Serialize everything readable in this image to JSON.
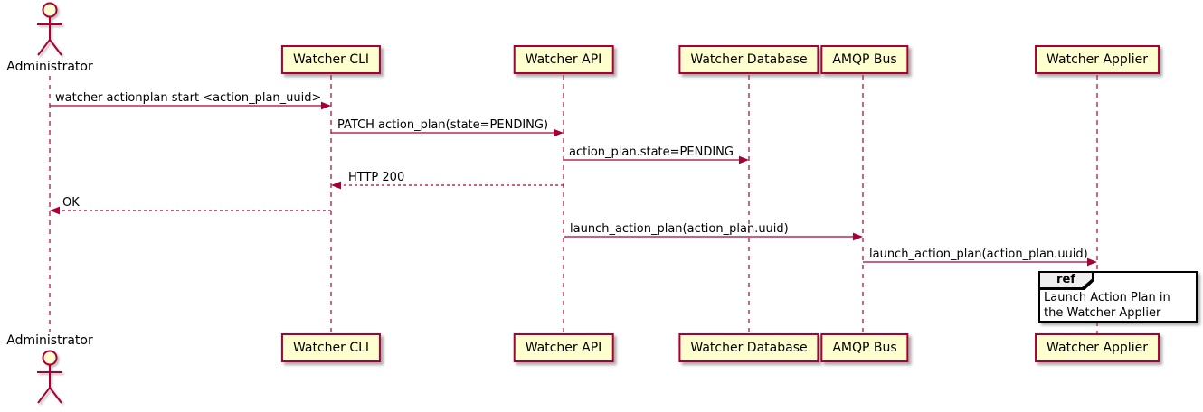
{
  "diagram": {
    "type": "sequence-diagram",
    "actor": {
      "name": "Administrator"
    },
    "participants": [
      {
        "name": "Watcher CLI"
      },
      {
        "name": "Watcher API"
      },
      {
        "name": "Watcher Database"
      },
      {
        "name": "AMQP Bus"
      },
      {
        "name": "Watcher Applier"
      }
    ],
    "messages": [
      {
        "from": "Administrator",
        "to": "Watcher CLI",
        "label": "watcher actionplan start <action_plan_uuid>",
        "style": "solid"
      },
      {
        "from": "Watcher CLI",
        "to": "Watcher API",
        "label": "PATCH action_plan(state=PENDING)",
        "style": "solid"
      },
      {
        "from": "Watcher API",
        "to": "Watcher Database",
        "label": "action_plan.state=PENDING",
        "style": "solid"
      },
      {
        "from": "Watcher API",
        "to": "Watcher CLI",
        "label": "HTTP 200",
        "style": "dashed-return"
      },
      {
        "from": "Watcher CLI",
        "to": "Administrator",
        "label": "OK",
        "style": "dashed-return"
      },
      {
        "from": "Watcher API",
        "to": "AMQP Bus",
        "label": "launch_action_plan(action_plan.uuid)",
        "style": "solid"
      },
      {
        "from": "AMQP Bus",
        "to": "Watcher Applier",
        "label": "launch_action_plan(action_plan.uuid)",
        "style": "solid"
      }
    ],
    "ref_fragment": {
      "keyword": "ref",
      "over": "Watcher Applier",
      "text": "Launch Action Plan in the Watcher Applier"
    },
    "colors": {
      "accent_border": "#A80036",
      "participant_fill": "#FEFECE",
      "text": "#000000",
      "ref_border": "#000000",
      "ref_tab_fill": "#EEEEEE",
      "background": "#FFFFFF"
    }
  }
}
